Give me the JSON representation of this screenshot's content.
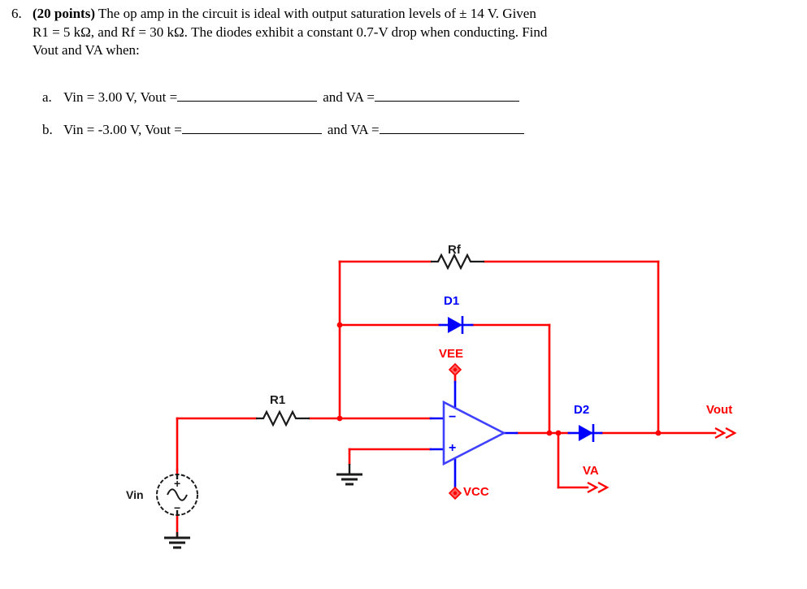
{
  "question": {
    "number": "6.",
    "points_label": "(20 points)",
    "line1_rest": " The op amp in the circuit is ideal with output saturation levels of ± 14 V.  Given",
    "line2": "R1 = 5 kΩ, and Rf = 30  kΩ.  The diodes exhibit a constant 0.7-V drop when conducting. Find",
    "line3": "Vout and VA when:"
  },
  "subparts": [
    {
      "letter": "a.",
      "prefix": "Vin = 3.00 V,  Vout =",
      "middle": "and VA =",
      "blank1": "",
      "blank2": ""
    },
    {
      "letter": "b.",
      "prefix": "Vin = -3.00 V,  Vout =",
      "middle": "and VA =",
      "blank1": "",
      "blank2": ""
    }
  ],
  "circuit": {
    "labels": {
      "rf": "Rf",
      "r1": "R1",
      "d1": "D1",
      "d2": "D2",
      "vee": "VEE",
      "vcc": "VCC",
      "vout": "Vout",
      "va": "VA",
      "vin": "Vin",
      "opamp_minus": "−",
      "opamp_plus": "+",
      "source_plus": "+",
      "source_minus": "−"
    },
    "colors": {
      "wire": "#ff0000",
      "device": "#0000ff",
      "passive": "#1a1a1a",
      "background": "#ffffff"
    }
  }
}
